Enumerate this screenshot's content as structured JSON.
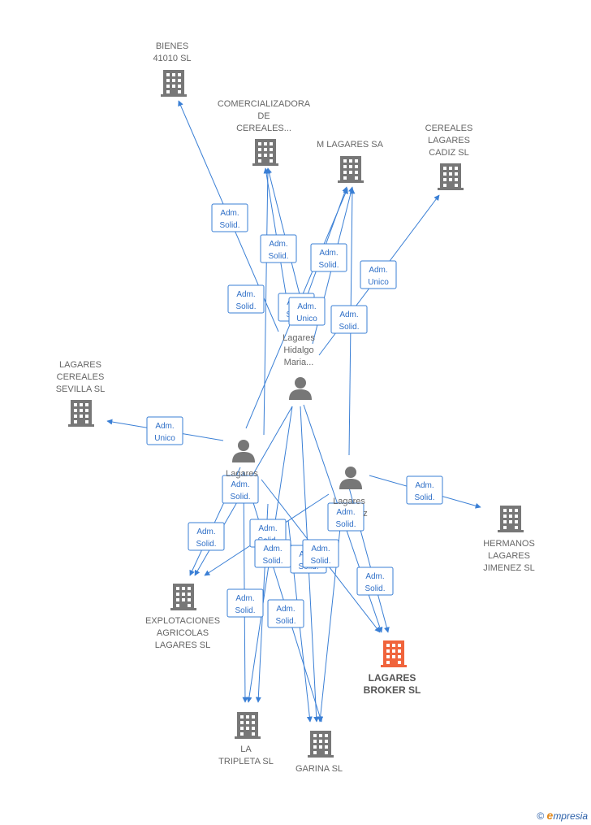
{
  "colors": {
    "edge": "#3a7fd5",
    "company": "#777777",
    "focus": "#f0643c",
    "person": "#777777",
    "label": "#666666"
  },
  "companies": [
    {
      "id": "bienes",
      "lines": [
        "BIENES",
        "41010  SL"
      ],
      "icon": "building-icon",
      "focus": false
    },
    {
      "id": "comercializadora",
      "lines": [
        "COMERCIALIZADORA",
        "DE",
        "CEREALES..."
      ],
      "icon": "building-icon",
      "focus": false
    },
    {
      "id": "m-lagares",
      "lines": [
        "M LAGARES SA"
      ],
      "icon": "building-icon",
      "focus": false
    },
    {
      "id": "cereales-cadiz",
      "lines": [
        "CEREALES",
        "LAGARES",
        "CADIZ SL"
      ],
      "icon": "building-icon",
      "focus": false
    },
    {
      "id": "lagares-sevilla",
      "lines": [
        "LAGARES",
        "CEREALES",
        "SEVILLA SL"
      ],
      "icon": "building-icon",
      "focus": false
    },
    {
      "id": "hermanos-lagares",
      "lines": [
        "HERMANOS",
        "LAGARES",
        "JIMENEZ  SL"
      ],
      "icon": "building-icon",
      "focus": false
    },
    {
      "id": "explotaciones",
      "lines": [
        "EXPLOTACIONES",
        "AGRICOLAS",
        "LAGARES  SL"
      ],
      "icon": "building-icon",
      "focus": false
    },
    {
      "id": "lagares-broker",
      "lines": [
        "LAGARES",
        "BROKER  SL"
      ],
      "icon": "building-icon",
      "focus": true
    },
    {
      "id": "la-tripleta",
      "lines": [
        "LA",
        "TRIPLETA SL"
      ],
      "icon": "building-icon",
      "focus": false
    },
    {
      "id": "garina",
      "lines": [
        "GARINA SL"
      ],
      "icon": "building-icon",
      "focus": false
    }
  ],
  "persons": [
    {
      "id": "p-hidalgo",
      "lines": [
        "Lagares",
        "Hidalgo",
        "Maria..."
      ],
      "icon": "person-icon"
    },
    {
      "id": "p-left",
      "lines": [
        "Lagares"
      ],
      "icon": "person-icon"
    },
    {
      "id": "p-right",
      "lines": [
        "Lagares",
        "z"
      ],
      "icon": "person-icon"
    }
  ],
  "edge_labels": [
    {
      "lines": [
        "Adm.",
        "Solid."
      ]
    },
    {
      "lines": [
        "Adm.",
        "Solid."
      ]
    },
    {
      "lines": [
        "Adm.",
        "Solid."
      ]
    },
    {
      "lines": [
        "Adm.",
        "Solid."
      ]
    },
    {
      "lines": [
        "Adm.",
        "Solid."
      ]
    },
    {
      "lines": [
        "Adm.",
        "Unico"
      ]
    },
    {
      "lines": [
        "Adm.",
        "Solid."
      ]
    },
    {
      "lines": [
        "Adm.",
        "Unico"
      ]
    },
    {
      "lines": [
        "Adm.",
        "Unico"
      ]
    },
    {
      "lines": [
        "Adm.",
        "Solid."
      ]
    },
    {
      "lines": [
        "Adm.",
        "Solid."
      ]
    },
    {
      "lines": [
        "Adm.",
        "Solid."
      ]
    },
    {
      "lines": [
        "Adm.",
        "Solid."
      ]
    },
    {
      "lines": [
        "Adm.",
        "Solid."
      ]
    },
    {
      "lines": [
        "Adm.",
        "Solid."
      ]
    },
    {
      "lines": [
        "Adm.",
        "Solid."
      ]
    },
    {
      "lines": [
        "Adm.",
        "Solid."
      ]
    },
    {
      "lines": [
        "Adm.",
        "Solid."
      ]
    },
    {
      "lines": [
        "Adm.",
        "Solid."
      ]
    },
    {
      "lines": [
        "Adm.",
        "Solid."
      ]
    }
  ],
  "watermark": {
    "copyright": "©",
    "brand_initial": "e",
    "brand_rest": "mpresia"
  }
}
